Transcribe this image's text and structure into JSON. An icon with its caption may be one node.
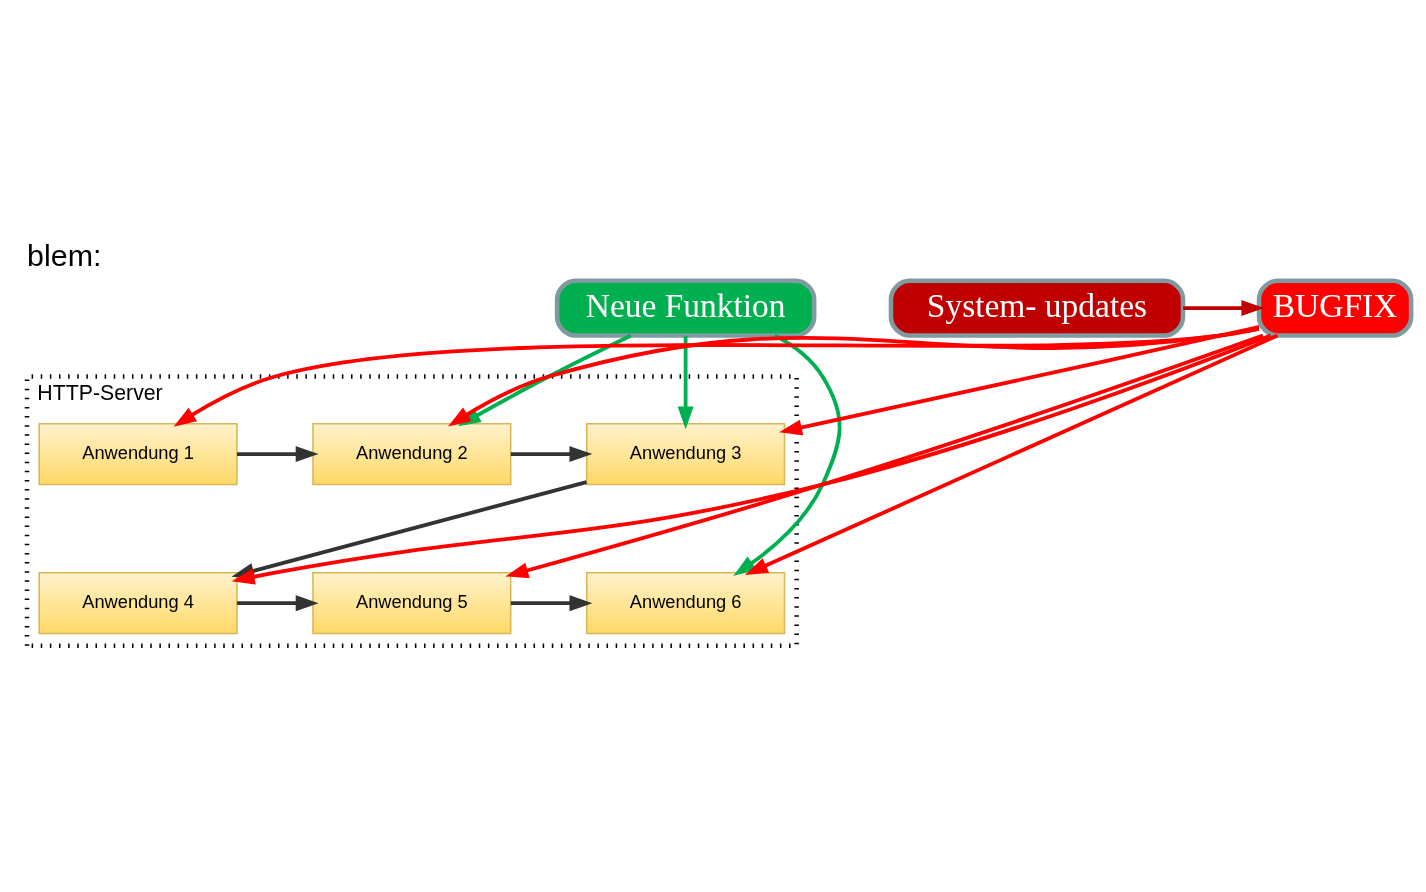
{
  "diagram": {
    "title": "blem:",
    "nodes": [
      {
        "text": [
          "Neue Funktion"
        ]
      },
      {
        "text": [
          "HTTP-Server"
        ]
      },
      {
        "text": [
          "Anwendung 1"
        ],
        "in": 1
      },
      {
        "text": [
          "Anwendung 2"
        ],
        "in": 1
      },
      {
        "text": [
          "Anwendung 3"
        ],
        "in": 1
      },
      {
        "text": [
          "Anwendung 6"
        ],
        "in": 1
      },
      {
        "text": [
          "Anwendung 5"
        ],
        "in": 1
      },
      {
        "text": [
          "Anwendung 4"
        ],
        "in": 1
      },
      {
        "text": [
          "BUGFIX"
        ]
      },
      {
        "text": [
          "System- updates"
        ]
      }
    ],
    "edges": [
      {
        "from": 0,
        "to": 5,
        "arrow": "to",
        "color": "#00b050"
      },
      {
        "from": 0,
        "to": 3,
        "arrow": "to",
        "color": "#00b050"
      },
      {
        "from": 0,
        "to": 4,
        "arrow": "to",
        "color": "#00b050"
      },
      {
        "from": 2,
        "to": 3,
        "arrow": "to",
        "color": "#333333"
      },
      {
        "from": 3,
        "to": 4,
        "arrow": "to",
        "color": "#333333"
      },
      {
        "from": 4,
        "to": 7,
        "arrow": "to",
        "color": "#333333"
      },
      {
        "from": 7,
        "to": 6,
        "arrow": "to",
        "color": "#333333"
      },
      {
        "from": 6,
        "to": 5,
        "arrow": "to",
        "color": "#333333"
      },
      {
        "from": 8,
        "to": 5,
        "arrow": "to"
      },
      {
        "from": 8,
        "to": 2,
        "arrow": "to"
      },
      {
        "from": 8,
        "to": 3,
        "arrow": "to"
      },
      {
        "from": 8,
        "to": 6,
        "arrow": "to"
      },
      {
        "from": 8,
        "to": 4,
        "arrow": "to"
      },
      {
        "from": 8,
        "to": 7,
        "arrow": "to"
      },
      {
        "from": 9,
        "to": 8,
        "arrow": "to",
        "color": "#c00000"
      }
    ]
  }
}
